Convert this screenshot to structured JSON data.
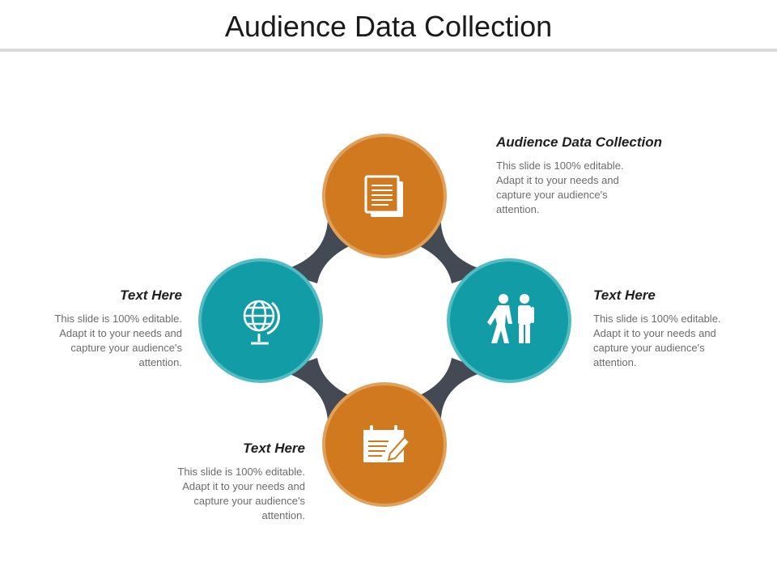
{
  "slide": {
    "title": "Audience Data Collection"
  },
  "colors": {
    "orange": "#D0791F",
    "orange_ring": "#E0A05A",
    "teal": "#129CA6",
    "teal_ring": "#52BCC3",
    "connector": "#434A54",
    "icon": "#FFFFFF"
  },
  "nodes": [
    {
      "id": "top",
      "color": "orange",
      "icon": "document-icon"
    },
    {
      "id": "right",
      "color": "teal",
      "icon": "people-walking-icon"
    },
    {
      "id": "bottom",
      "color": "orange",
      "icon": "calendar-edit-icon"
    },
    {
      "id": "left",
      "color": "teal",
      "icon": "globe-icon"
    }
  ],
  "blocks": {
    "top_right": {
      "heading": "Audience Data Collection",
      "body": "This slide is 100% editable. Adapt it to your needs and capture your audience's attention."
    },
    "right": {
      "heading": "Text Here",
      "body": "This slide is 100% editable. Adapt it to your needs and capture your audience's attention."
    },
    "left": {
      "heading": "Text Here",
      "body": "This slide is 100% editable. Adapt it to your needs and capture your audience's attention."
    },
    "bottom_left": {
      "heading": "Text Here",
      "body": "This slide is 100% editable. Adapt it to your needs and capture your audience's attention."
    }
  }
}
